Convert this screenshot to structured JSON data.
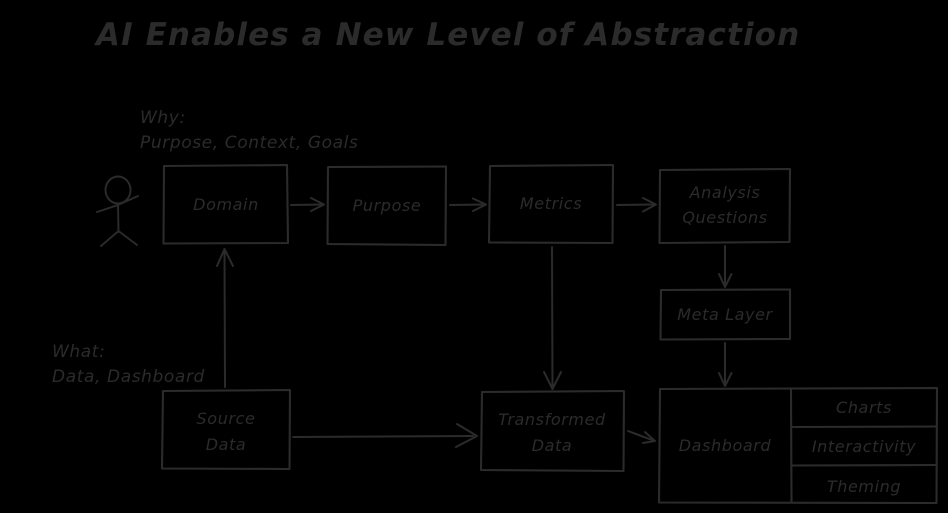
{
  "title": "AI Enables a New Level of Abstraction",
  "theme": {
    "background": "#000000",
    "ink": "#2b2b2b"
  },
  "annotations": [
    {
      "name": "why",
      "line1": "Why:",
      "line2": "Purpose, Context, Goals"
    },
    {
      "name": "what",
      "line1": "What:",
      "line2": "Data, Dashboard"
    }
  ],
  "actor": {
    "label": "stick-figure-actor"
  },
  "nodes": {
    "domain": "Domain",
    "purpose": "Purpose",
    "metrics": "Metrics",
    "analysis_questions_line1": "Analysis",
    "analysis_questions_line2": "Questions",
    "meta_layer": "Meta Layer",
    "source_data_line1": "Source",
    "source_data_line2": "Data",
    "transformed_data_line1": "Transformed",
    "transformed_data_line2": "Data",
    "dashboard": "Dashboard",
    "charts": "Charts",
    "interactivity": "Interactivity",
    "theming": "Theming"
  },
  "edges": [
    {
      "from": "domain",
      "to": "purpose"
    },
    {
      "from": "purpose",
      "to": "metrics"
    },
    {
      "from": "metrics",
      "to": "analysis_questions"
    },
    {
      "from": "analysis_questions",
      "to": "meta_layer"
    },
    {
      "from": "meta_layer",
      "to": "dashboard"
    },
    {
      "from": "metrics",
      "to": "transformed_data"
    },
    {
      "from": "source_data",
      "to": "domain"
    },
    {
      "from": "source_data",
      "to": "transformed_data"
    },
    {
      "from": "transformed_data",
      "to": "dashboard"
    }
  ]
}
